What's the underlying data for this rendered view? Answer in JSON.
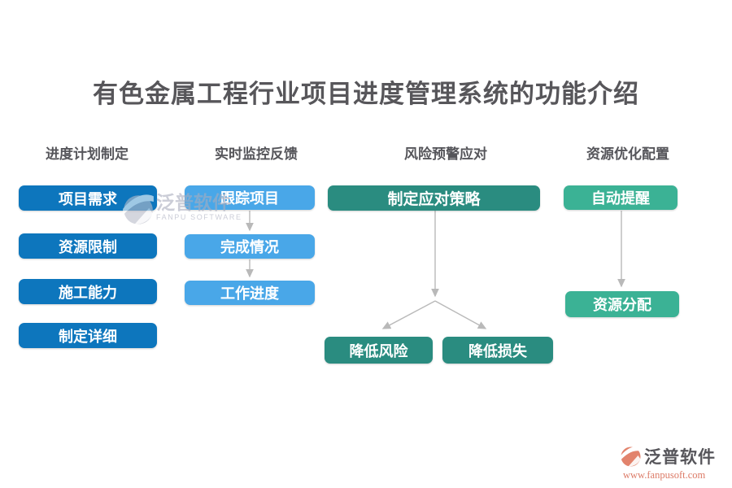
{
  "title": "有色金属工程行业项目进度管理系统的功能介绍",
  "columns": [
    {
      "header": "进度计划制定",
      "items": [
        "项目需求",
        "资源限制",
        "施工能力",
        "制定详细"
      ],
      "color": "#0d76bd"
    },
    {
      "header": "实时监控反馈",
      "items": [
        "跟踪项目",
        "完成情况",
        "工作进度"
      ],
      "color": "#49a7e8"
    },
    {
      "header": "风险预警应对",
      "items": [
        "制定应对策略",
        "降低风险",
        "降低损失"
      ],
      "color": "#2a8c80"
    },
    {
      "header": "资源优化配置",
      "items": [
        "自动提醒",
        "资源分配"
      ],
      "color": "#3bb295"
    }
  ],
  "watermark": {
    "brand": "泛普软件",
    "brand_en": "FANPU SOFTWARE"
  },
  "footer": {
    "brand": "泛普软件",
    "url": "www.fanpusoft.com"
  },
  "colors": {
    "column1_blue": "#0d76bd",
    "column2_light_blue": "#49a7e8",
    "column3_teal": "#2a8c80",
    "column4_green": "#3bb295",
    "arrow_gray": "#b9b9b9",
    "title_gray": "#57565a",
    "footer_salmon": "#dc7a66",
    "watermark_gray": "#a9acbe"
  }
}
